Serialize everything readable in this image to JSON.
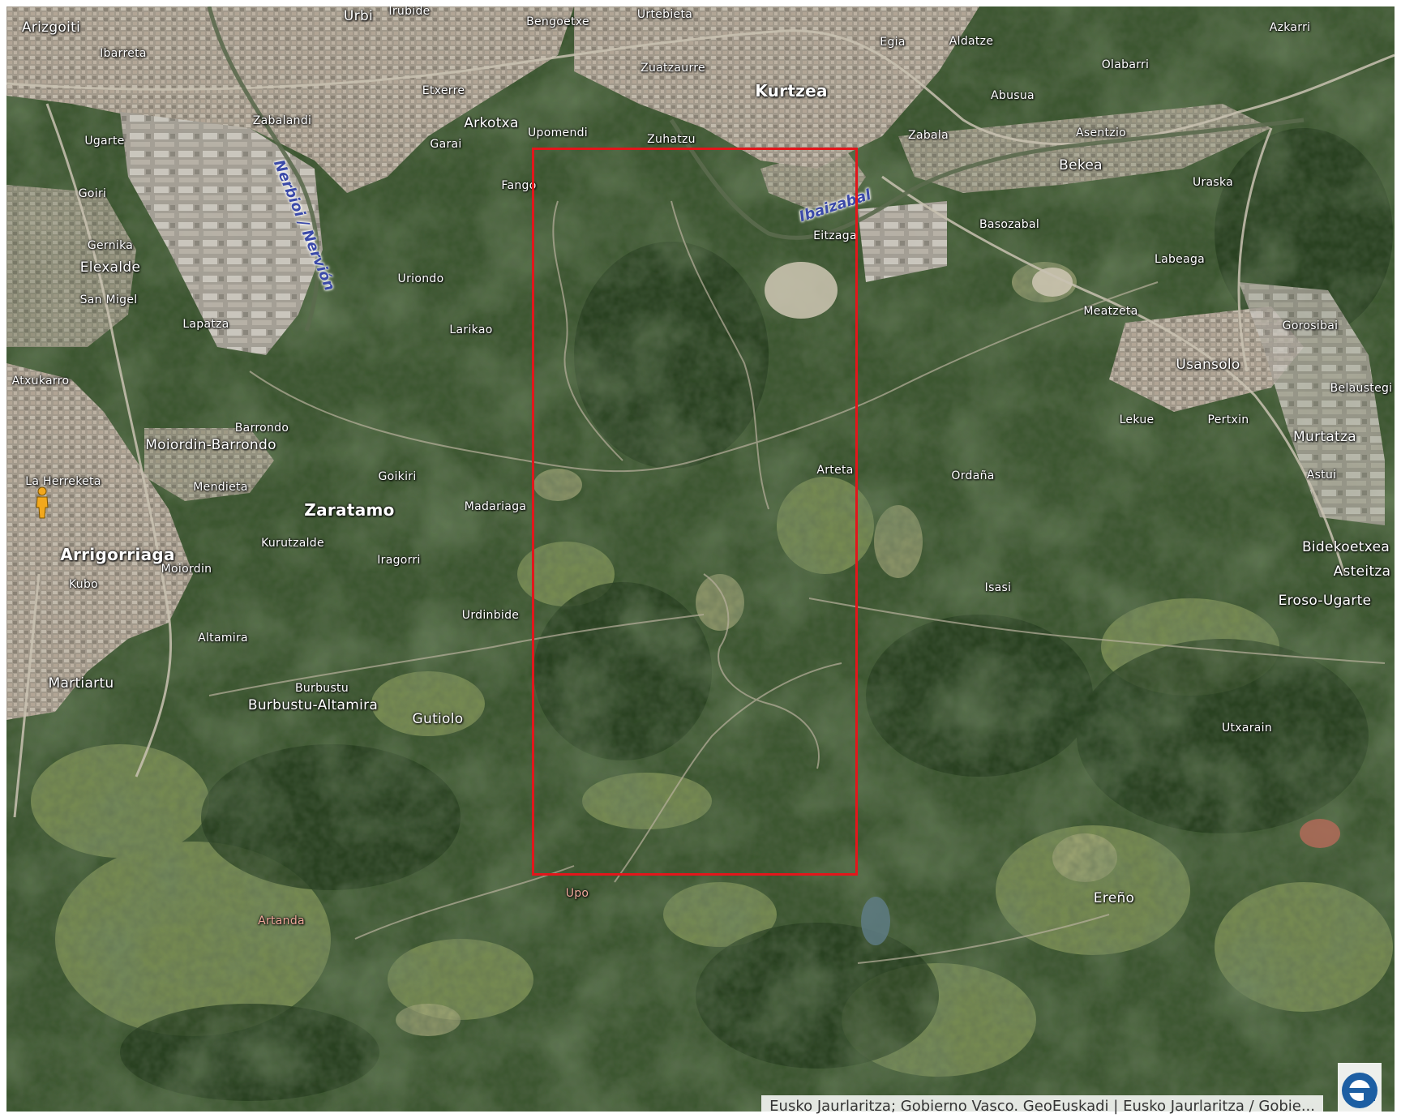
{
  "map": {
    "places": [
      {
        "name": "Arizgoiti",
        "cls": "mid"
      },
      {
        "name": "Urbi",
        "cls": "mid"
      },
      {
        "name": "Irubide",
        "cls": ""
      },
      {
        "name": "Bengoetxe",
        "cls": ""
      },
      {
        "name": "Urtebieta",
        "cls": ""
      },
      {
        "name": "Egia",
        "cls": ""
      },
      {
        "name": "Aldatze",
        "cls": ""
      },
      {
        "name": "Azkarri",
        "cls": ""
      },
      {
        "name": "Ibarreta",
        "cls": ""
      },
      {
        "name": "Zuatzaurre",
        "cls": ""
      },
      {
        "name": "Olabarri",
        "cls": ""
      },
      {
        "name": "Kurtzea",
        "cls": "major"
      },
      {
        "name": "Etxerre",
        "cls": ""
      },
      {
        "name": "Abusua",
        "cls": ""
      },
      {
        "name": "Zabalandi",
        "cls": ""
      },
      {
        "name": "Arkotxa",
        "cls": "mid"
      },
      {
        "name": "Upomendi",
        "cls": ""
      },
      {
        "name": "Asentzio",
        "cls": ""
      },
      {
        "name": "Zabala",
        "cls": ""
      },
      {
        "name": "Ugarte",
        "cls": ""
      },
      {
        "name": "Garai",
        "cls": ""
      },
      {
        "name": "Zuhatzu",
        "cls": ""
      },
      {
        "name": "Bekea",
        "cls": "mid"
      },
      {
        "name": "Uraska",
        "cls": ""
      },
      {
        "name": "Goiri",
        "cls": ""
      },
      {
        "name": "Fango",
        "cls": ""
      },
      {
        "name": "Eitzaga",
        "cls": ""
      },
      {
        "name": "Basozabal",
        "cls": ""
      },
      {
        "name": "Gernika",
        "cls": ""
      },
      {
        "name": "Elexalde",
        "cls": "mid"
      },
      {
        "name": "Labeaga",
        "cls": ""
      },
      {
        "name": "Uriondo",
        "cls": ""
      },
      {
        "name": "San Migel",
        "cls": ""
      },
      {
        "name": "Meatzeta",
        "cls": ""
      },
      {
        "name": "Lapatza",
        "cls": ""
      },
      {
        "name": "Larikao",
        "cls": ""
      },
      {
        "name": "Gorosibai",
        "cls": ""
      },
      {
        "name": "Usansolo",
        "cls": "mid"
      },
      {
        "name": "Atxukarro",
        "cls": ""
      },
      {
        "name": "Belaustegi",
        "cls": ""
      },
      {
        "name": "Lekue",
        "cls": ""
      },
      {
        "name": "Pertxin",
        "cls": ""
      },
      {
        "name": "Barrondo",
        "cls": ""
      },
      {
        "name": "Murtatza",
        "cls": "mid"
      },
      {
        "name": "Moiordin-Barrondo",
        "cls": "mid"
      },
      {
        "name": "Arteta",
        "cls": ""
      },
      {
        "name": "Ordaña",
        "cls": ""
      },
      {
        "name": "Astui",
        "cls": ""
      },
      {
        "name": "Goikiri",
        "cls": ""
      },
      {
        "name": "La Herreketa",
        "cls": ""
      },
      {
        "name": "Mendieta",
        "cls": ""
      },
      {
        "name": "Zaratamo",
        "cls": "major"
      },
      {
        "name": "Madariaga",
        "cls": ""
      },
      {
        "name": "Bidekoetxea",
        "cls": "mid"
      },
      {
        "name": "Kurutzalde",
        "cls": ""
      },
      {
        "name": "Asteitza",
        "cls": "mid"
      },
      {
        "name": "Arrigorriaga",
        "cls": "major"
      },
      {
        "name": "Iragorri",
        "cls": ""
      },
      {
        "name": "Moiordin",
        "cls": ""
      },
      {
        "name": "Isasi",
        "cls": ""
      },
      {
        "name": "Kubo",
        "cls": ""
      },
      {
        "name": "Eroso-Ugarte",
        "cls": "mid"
      },
      {
        "name": "Urdinbide",
        "cls": ""
      },
      {
        "name": "Altamira",
        "cls": ""
      },
      {
        "name": "Martiartu",
        "cls": "mid"
      },
      {
        "name": "Burbustu",
        "cls": ""
      },
      {
        "name": "Burbustu-Altamira",
        "cls": "mid"
      },
      {
        "name": "Gutiolo",
        "cls": "mid"
      },
      {
        "name": "Utxarain",
        "cls": ""
      },
      {
        "name": "Upo",
        "cls": "reddish"
      },
      {
        "name": "Ereño",
        "cls": "mid"
      },
      {
        "name": "Artanda",
        "cls": "reddish"
      }
    ],
    "rivers": [
      {
        "name": "Nerbioi / Nervión"
      },
      {
        "name": "Ibaizabal"
      }
    ],
    "attribution": "Eusko Jaurlaritza; Gobierno Vasco. GeoEuskadi | Eusko Jaurlaritza / Gobie...",
    "colors": {
      "highlight_rectangle": "#e3161b",
      "forest": "#2f4a26",
      "urban": "#b5a99b",
      "river_label": "#3b4aa8"
    }
  }
}
